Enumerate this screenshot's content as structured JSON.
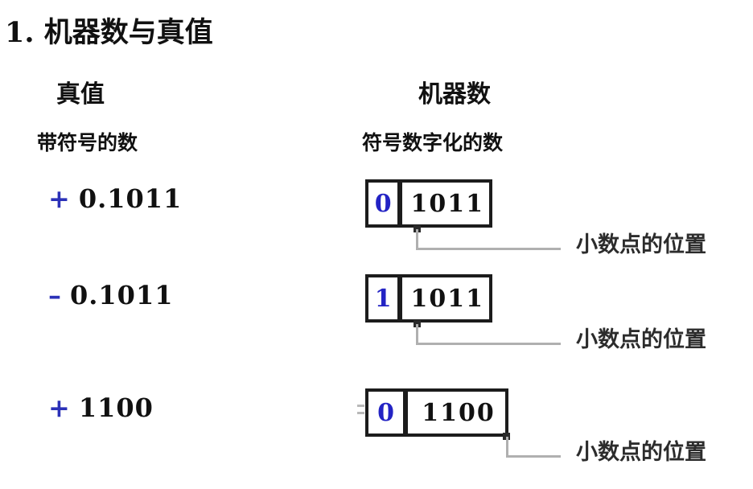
{
  "slide": {
    "title": "1. 机器数与真值"
  },
  "columns": {
    "truth": {
      "heading": "真值",
      "subheading": "带符号的数"
    },
    "machine": {
      "heading": "机器数",
      "subheading": "符号数字化的数"
    }
  },
  "rows": [
    {
      "sign": "+",
      "digits": "0.1011",
      "sign_bit": "0",
      "magnitude": "1011",
      "annotation": "小数点的位置"
    },
    {
      "sign": "–",
      "digits": "0.1011",
      "sign_bit": "1",
      "magnitude": "1011",
      "annotation": "小数点的位置"
    },
    {
      "sign": "+",
      "digits": "1100",
      "sign_bit": "0",
      "magnitude": "1100",
      "annotation": "小数点的位置"
    }
  ],
  "colors": {
    "sign_blue": "#2b31b8",
    "sign_bit_blue": "#2323c4",
    "text_black": "#111111",
    "connector_gray": "#b0b0b0",
    "box_border": "#1c1c1c",
    "background": "#ffffff"
  }
}
